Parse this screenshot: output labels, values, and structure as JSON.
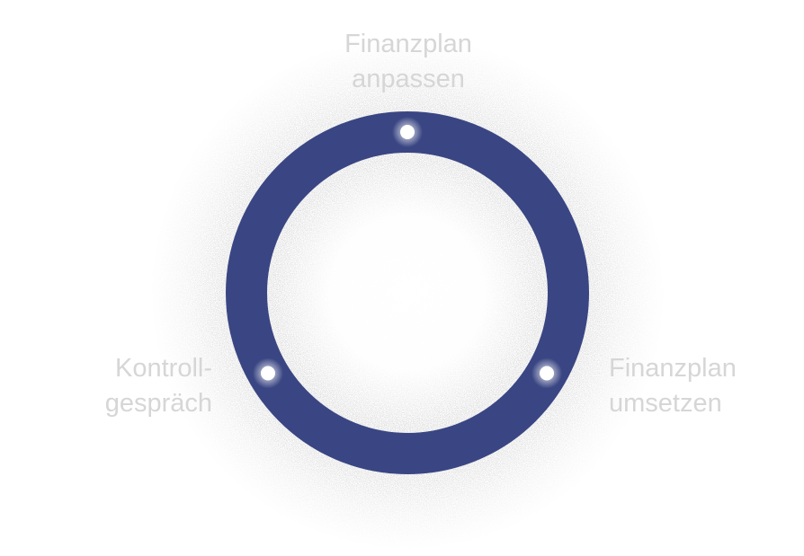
{
  "diagram": {
    "type": "cycle",
    "ring_color": "#3a4683",
    "marker_color": "#ffffff",
    "halo_color": "#7a7a7a",
    "label_color": "#d6d6d6",
    "steps": [
      {
        "line1": "Finanzplan",
        "line2": "anpassen"
      },
      {
        "line1": "Finanzplan",
        "line2": "umsetzen"
      },
      {
        "line1": "Kontroll-",
        "line2": "gespräch"
      }
    ]
  }
}
